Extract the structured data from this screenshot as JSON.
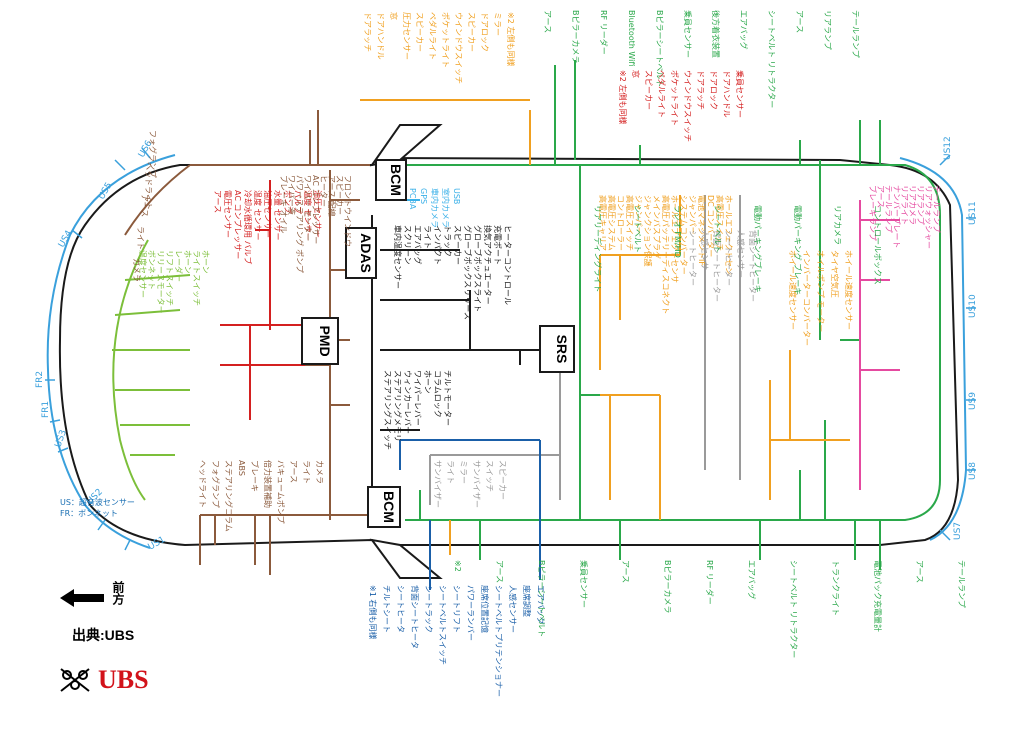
{
  "ecus": {
    "bcm_top": "BCM",
    "bcm_bottom": "BCM",
    "adas": "ADAS",
    "pmd": "PMD",
    "srs": "SRS"
  },
  "legend": {
    "front_label": "前方",
    "source": "出典:UBS",
    "brand": "UBS",
    "us_note_1": "US：超音波センサー",
    "us_note_2": "FR：ボンネット"
  },
  "sensors": {
    "us_top": [
      "US6",
      "US5",
      "US4"
    ],
    "us_left": [
      "FR2",
      "FR1",
      "US3"
    ],
    "us_bottom": [
      "US2",
      "US1"
    ],
    "us_right": [
      "US12",
      "US11",
      "US10",
      "US9",
      "US8",
      "US7"
    ]
  },
  "groups": {
    "front_top_brown": [
      "フォグランプ",
      "ヘッドライト",
      "アース",
      "ライト",
      "カメラ"
    ],
    "front_bottom_brown": [
      "ヘッドライト",
      "フォグランプ",
      "ステアリングコラム",
      "ABS",
      "ブレーキ",
      "倍力装置補助",
      "バキュームポンプ",
      "アース",
      "ライト",
      "カメラ"
    ],
    "pmd_red": [
      "アース",
      "電圧センサー",
      "AC コンプレッサー",
      "冷却水循環用 バルブ",
      "温度 センサー",
      "油圧センサー",
      "水量 センサー",
      "ポンプ",
      "バルブ",
      "温度 センサー",
      "油圧センサー"
    ],
    "pmd_brown": [
      "フロントウインドウ",
      "スピーカー",
      "アース 配線",
      "ヒーター",
      "AC コンプレッサー",
      "ワイパー モーター",
      "パワーステアリング ポンプ",
      "ワイパー液",
      "ブレーキ オイル"
    ],
    "front_green": [
      "温度センサー",
      "ボンネット",
      "リリースモーター",
      "リフトスイッチ",
      "レーダー",
      "ホーン",
      "ライトスイッチ",
      "ホーン"
    ],
    "adas_black": [
      "車内温度センサー",
      "スクリーン",
      "エアバッグ",
      "ライト",
      "インパクト",
      "トラック",
      "スピーカー",
      "グローブボックスリリース",
      "グローブボックスライト",
      "換気アクチュエーター",
      "充電ポート",
      "ヒーターコントロール"
    ],
    "bcm_bottom_black": [
      "ステアリングスイッチ",
      "ステアリングメモリ",
      "ウィンカーレバー",
      "ワイパーレバー",
      "ホーン",
      "コラムロック",
      "チルトモーター"
    ],
    "bcm_top_orange": [
      "ドアラッチ",
      "ドアハンドル",
      "窓",
      "圧力センサー",
      "スピーカー",
      "ペダルライト",
      "ポケットライト",
      "ウインドウスイッチ",
      "スピーカー",
      "ドアロック",
      "ミラー",
      "※2 左側も同様"
    ],
    "bcm_top_lightblue": [
      "PCBA",
      "GPS",
      "車内カメラ",
      "室内カメラ",
      "USB"
    ],
    "rear_top_green": [
      "アース",
      "Bピラーカメラ",
      "RF リーダー",
      "Bluetooth Wifi",
      "Bピラーシートベルト",
      "乗員センサー",
      "後方着衣装置",
      "エアバッグ",
      "シートベルト リトラクター",
      "アース",
      "リアランプ",
      "テールランプ"
    ],
    "rear_top_red": [
      "※2 左側も同様",
      "窓",
      "スピーカー",
      "ペダルライト",
      "ポケットライト",
      "ウインドウスイッチ",
      "ドアラッチ",
      "ドアロック",
      "ドアハンドル",
      "乗員センサー"
    ],
    "srs_orange": [
      "高電圧キャリア",
      "高電圧システム",
      "コントローラー",
      "高電圧スイッチ",
      "ジャンパー",
      "ジャンクション保護",
      "メインバスプラグ",
      "高電圧パッテリーディスコネクト",
      "ホールエフェクトセンサ",
      "システムコンバーター",
      "ジャンパー",
      "電池マネジメントIF",
      "DC コンバーター",
      "高電圧スイッチ",
      "ホールエフェクトセン"
    ],
    "seat_gray": [
      "シートヒーター",
      "人感センサー",
      "背面シートヒーター",
      "シートヒーター",
      "人感センサー",
      "背面シートヒーター"
    ],
    "rear_pink": [
      "ブレーキランプ",
      "アース",
      "テールランプ",
      "ナンバープレート",
      "リアライト",
      "リアカメラ",
      "リアランプ",
      "リアウォッシャー",
      "テールランプ"
    ],
    "rear_orange": [
      "ホイール速度センサー",
      "インバーターコンバーター",
      "オイルポンプ モーター",
      "タイヤ空気圧",
      "ホイール速度センサー"
    ],
    "rear_green_mid": [
      "リアリーディングライト",
      "シートベルト",
      "ラジオ FM/HD",
      "シートベルト",
      "電動パーキングブレーキ",
      "電動パーキング ブレーキ",
      "リアカメラ",
      "コントロールボックス"
    ],
    "bottom_blue": [
      "※1 右側も同様",
      "チルトシート",
      "シートヒータ",
      "背面シートヒータ",
      "シートラック",
      "シートベルトスイッチ",
      "シートリフト",
      "パワーランバー",
      "座席位置記憶",
      "シートベルトプリテンショナー",
      "人感センサー",
      "座席調整",
      "エアバッグ"
    ],
    "bottom_gray": [
      "サンバイザー",
      "ライト",
      "ミラー",
      "サンバイザー",
      "スイッチ",
      "スピーカー"
    ],
    "bottom_green": [
      "※2",
      "アース",
      "Bピラーシートベルト",
      "乗員センサー",
      "アース",
      "Bピラーカメラ",
      "RF リーダー",
      "エアバッグ",
      "シートベルト リトラクター",
      "トランクライト",
      "電池パック充電量計",
      "アース",
      "テールランプ"
    ]
  }
}
